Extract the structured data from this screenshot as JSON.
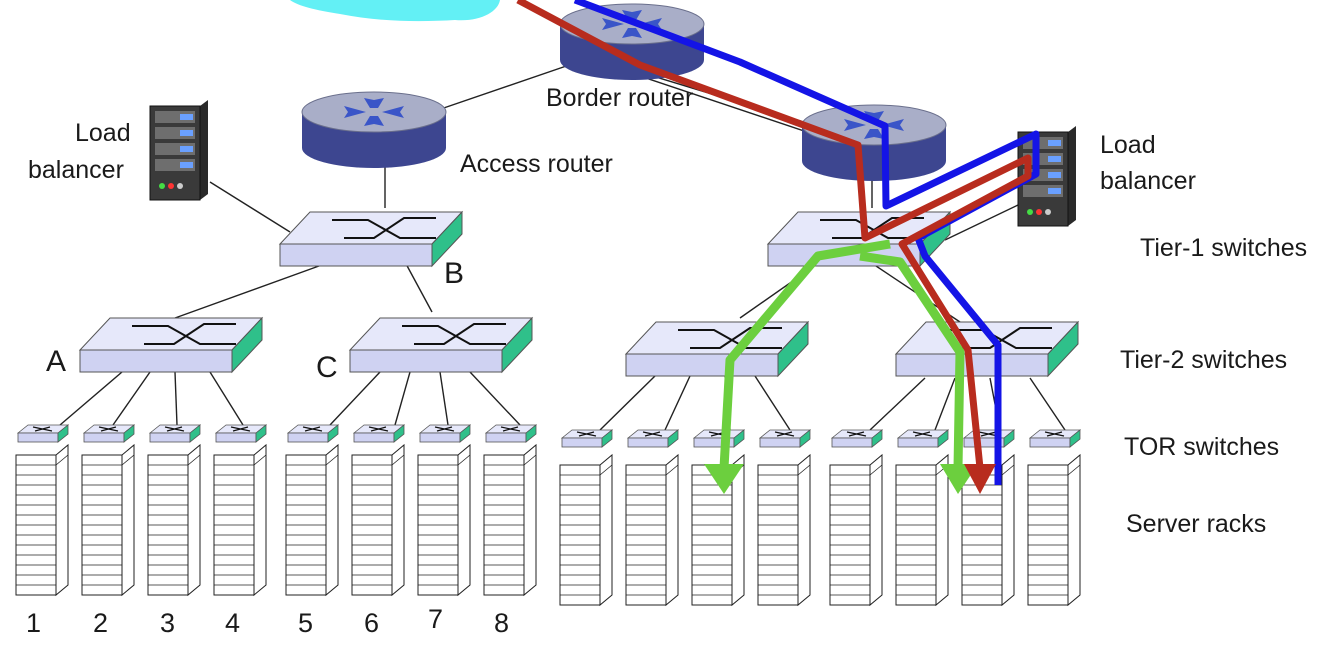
{
  "labels": {
    "border_router": "Border router",
    "access_router": "Access router",
    "load_balancer_left": [
      "Load",
      "balancer"
    ],
    "load_balancer_right": [
      "Load",
      "balancer"
    ],
    "tier1": "Tier-1 switches",
    "tier2": "Tier-2 switches",
    "tor": "TOR switches",
    "racks": "Server racks",
    "switch_a": "A",
    "switch_b": "B",
    "switch_c": "C",
    "rack_numbers": [
      "1",
      "2",
      "3",
      "4",
      "5",
      "6",
      "7",
      "8"
    ]
  },
  "colors": {
    "cloud": "#63f0f5",
    "router_top": "#a9aec8",
    "router_side": "#3d4690",
    "router_cross": "#3a55c8",
    "switch_top": "#e6e8fa",
    "switch_front": "#cfd2f2",
    "switch_side": "#2fc08a",
    "path_red": "#b82c1e",
    "path_blue": "#1414e6",
    "path_green": "#6ccf3e"
  },
  "icons": [
    "router-icon",
    "switch-icon",
    "server-icon",
    "rack-icon",
    "cloud-icon"
  ]
}
